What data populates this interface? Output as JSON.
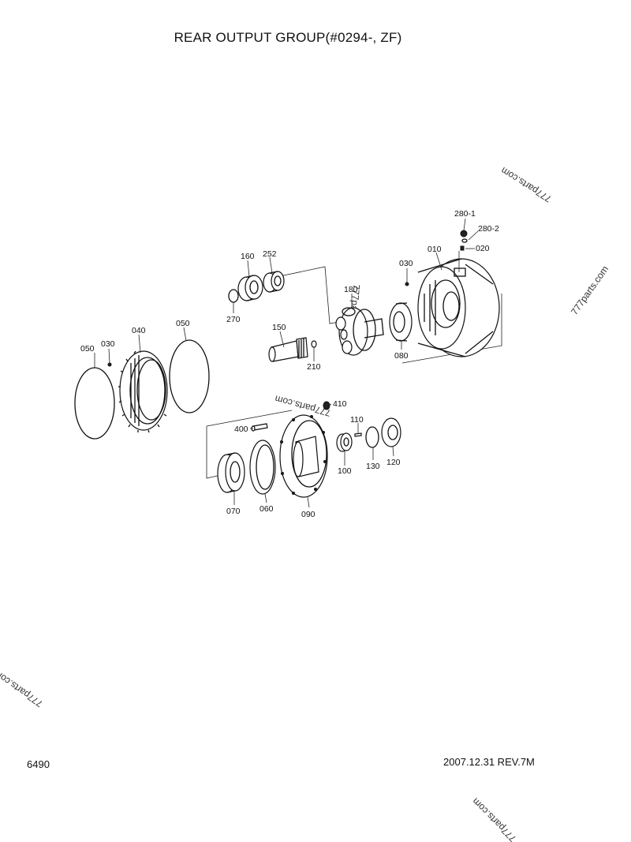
{
  "title": "REAR OUTPUT GROUP(#0294-, ZF)",
  "footer": {
    "page_code": "6490",
    "revision": "2007.12.31  REV.7M"
  },
  "watermark": "777parts.com",
  "part_labels": {
    "p280_1": "280-1",
    "p280_2": "280-2",
    "p020": "020",
    "p010": "010",
    "p030_top": "030",
    "p160": "160",
    "p252": "252",
    "p270": "270",
    "p180": "180",
    "p150": "150",
    "p210": "210",
    "p080": "080",
    "p040": "040",
    "p050_right": "050",
    "p050_left": "050",
    "p030_left": "030",
    "p410": "410",
    "p400": "400",
    "p110": "110",
    "p100": "100",
    "p130": "130",
    "p120": "120",
    "p070": "070",
    "p060": "060",
    "p090": "090"
  }
}
